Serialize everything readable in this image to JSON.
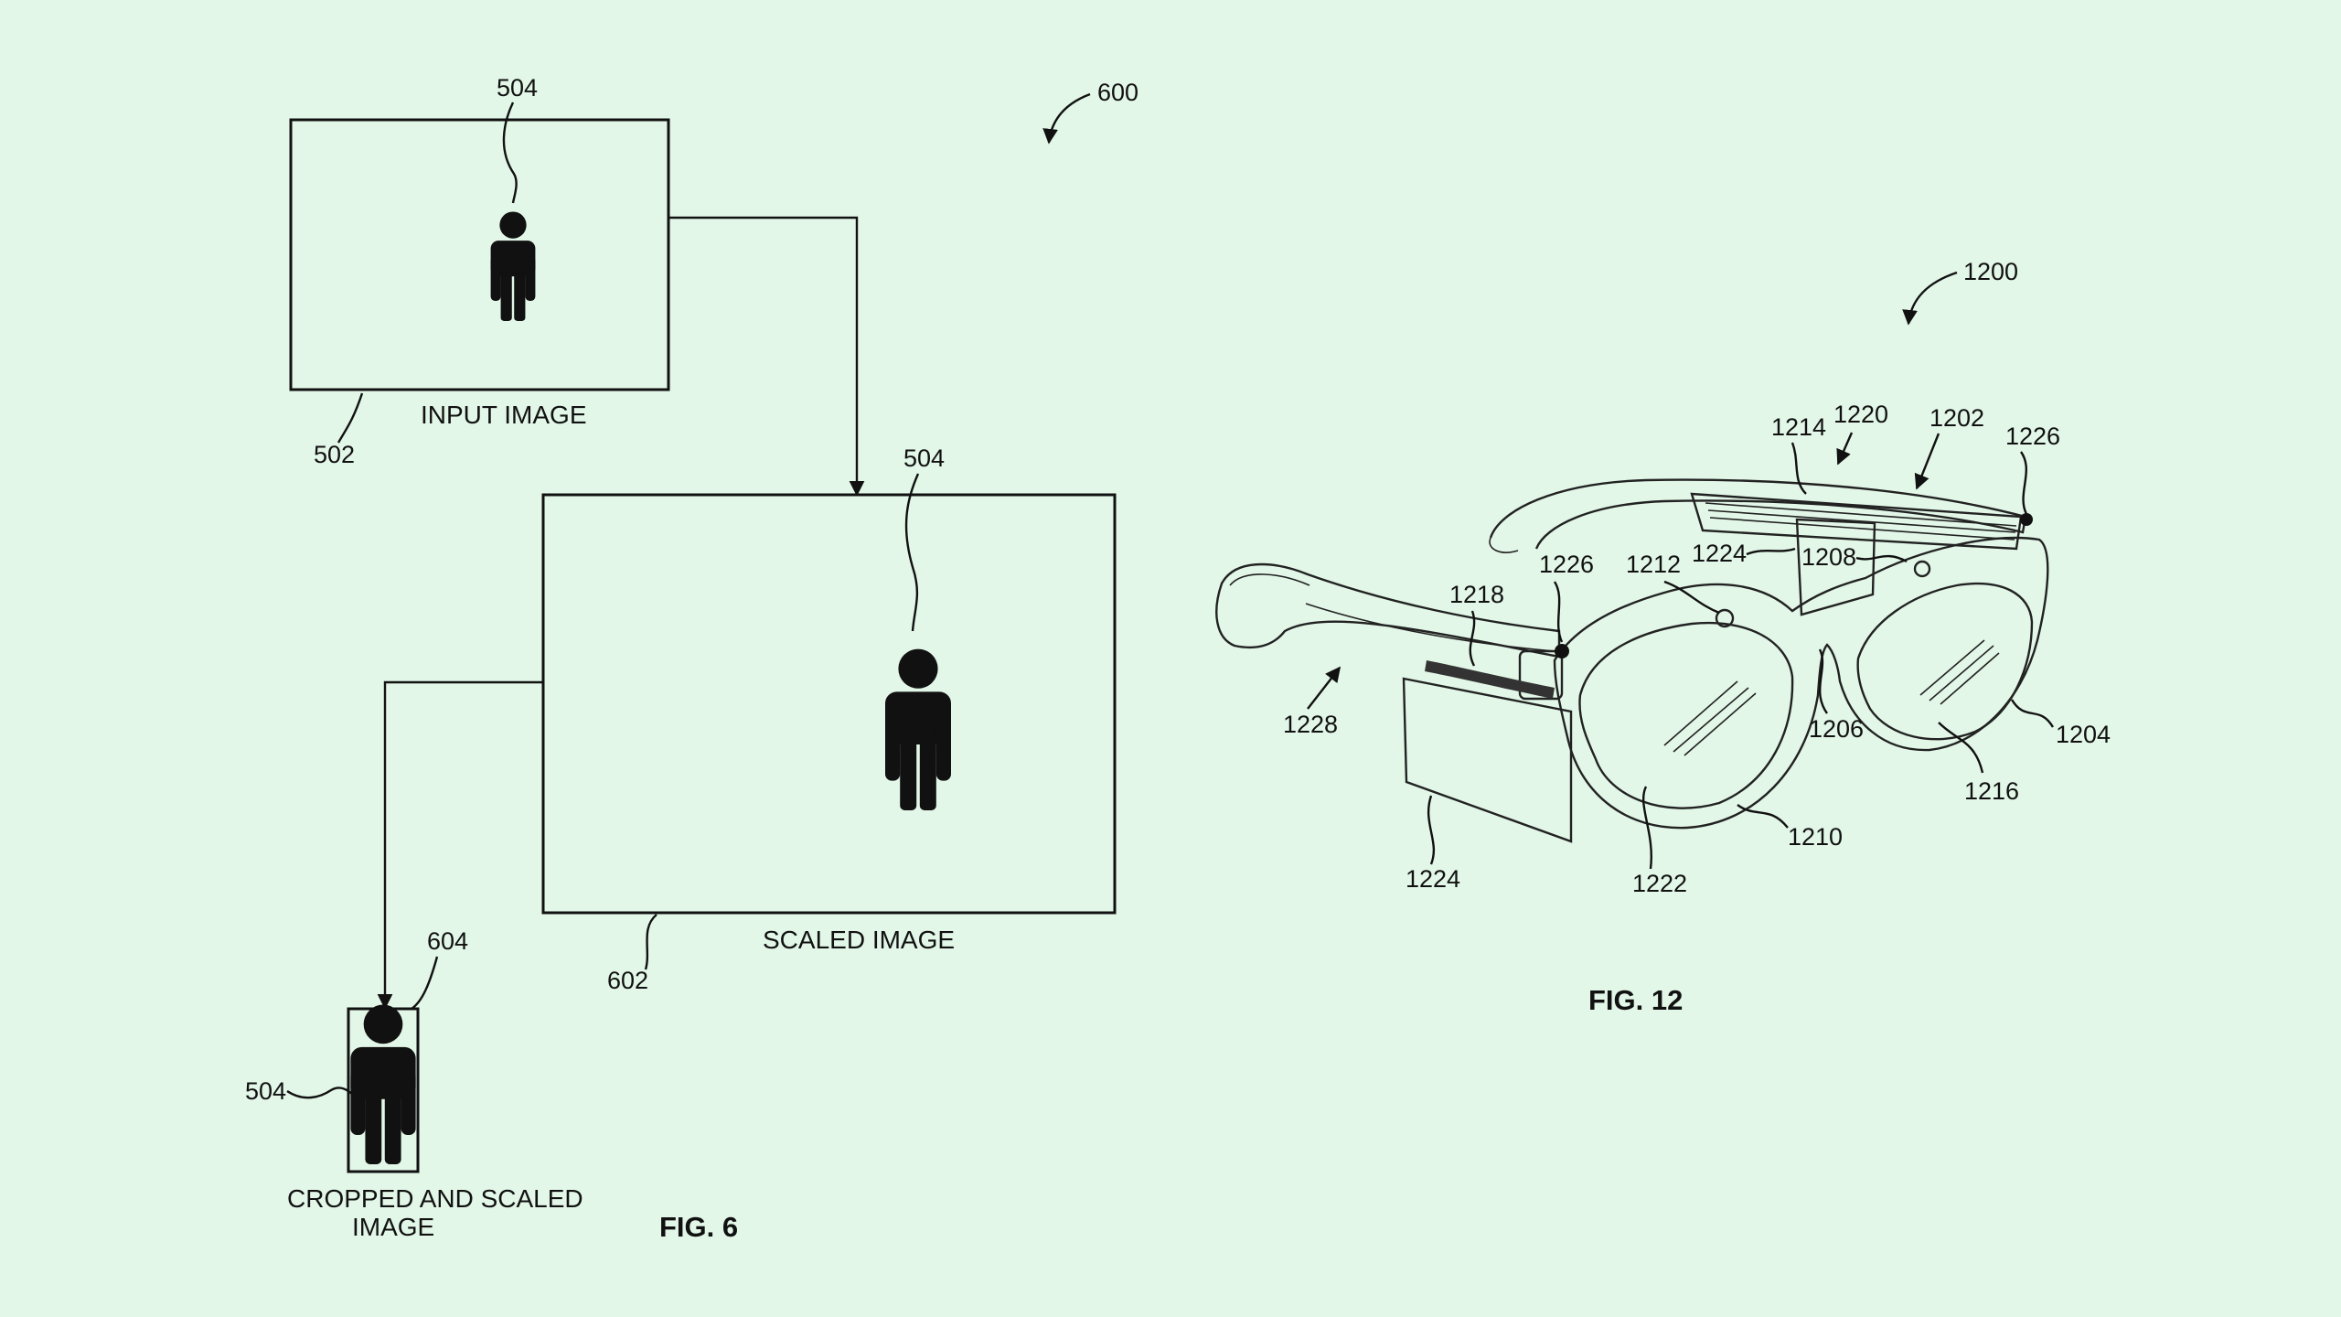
{
  "fig6": {
    "reference": "600",
    "figure_label": "FIG. 6",
    "input_image": {
      "caption": "INPUT IMAGE",
      "box_ref": "502",
      "person_ref": "504"
    },
    "scaled_image": {
      "caption": "SCALED IMAGE",
      "box_ref": "602",
      "person_ref": "504"
    },
    "cropped_image": {
      "caption_line1": "CROPPED AND SCALED",
      "caption_line2": "IMAGE",
      "box_ref": "604",
      "person_ref": "504"
    }
  },
  "fig12": {
    "reference": "1200",
    "figure_label": "FIG. 12",
    "labels": {
      "r1214": "1214",
      "r1220": "1220",
      "r1202": "1202",
      "r1226_right": "1226",
      "r1224_top": "1224",
      "r1208": "1208",
      "r1212": "1212",
      "r1226_left": "1226",
      "r1218": "1218",
      "r1228": "1228",
      "r1206": "1206",
      "r1204": "1204",
      "r1216": "1216",
      "r1210": "1210",
      "r1222": "1222",
      "r1224_bottom": "1224"
    }
  }
}
